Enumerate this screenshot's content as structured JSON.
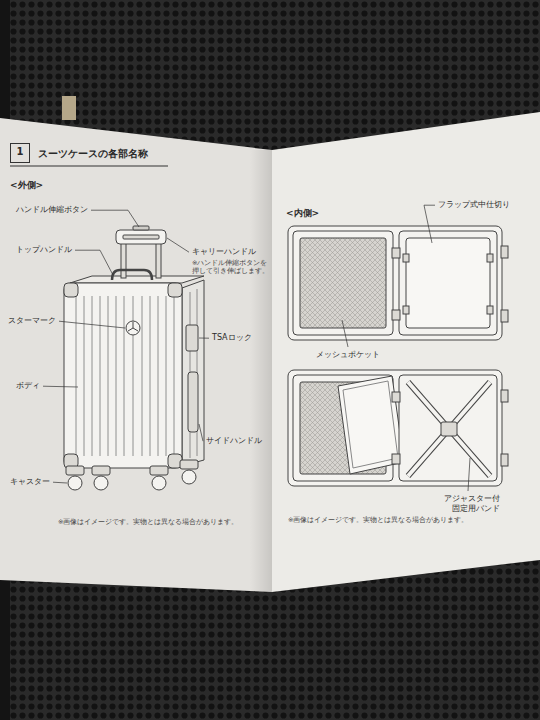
{
  "diagram": {
    "title": "スーツケースの各部名称",
    "nodes": [
      {
        "text": [
          "1"
        ]
      }
    ],
    "labels": [
      "<外側>",
      "ハンドル伸縮ボタン",
      "トップハンドル",
      "キャリーハンドル",
      "※ハンドル伸縮ボタンを 押して引き伸ばします。",
      "スターマーク",
      "TSAロック",
      "ボディ",
      "サイドハンドル",
      "キャスター",
      "※画像はイメージです。実物とは異なる場合があります。",
      "<内側>",
      "フラップ式中仕切り",
      "メッシュポケット",
      "アジャスター付 固定用バンド",
      "※画像はイメージです。実物とは異なる場合があります。"
    ]
  }
}
